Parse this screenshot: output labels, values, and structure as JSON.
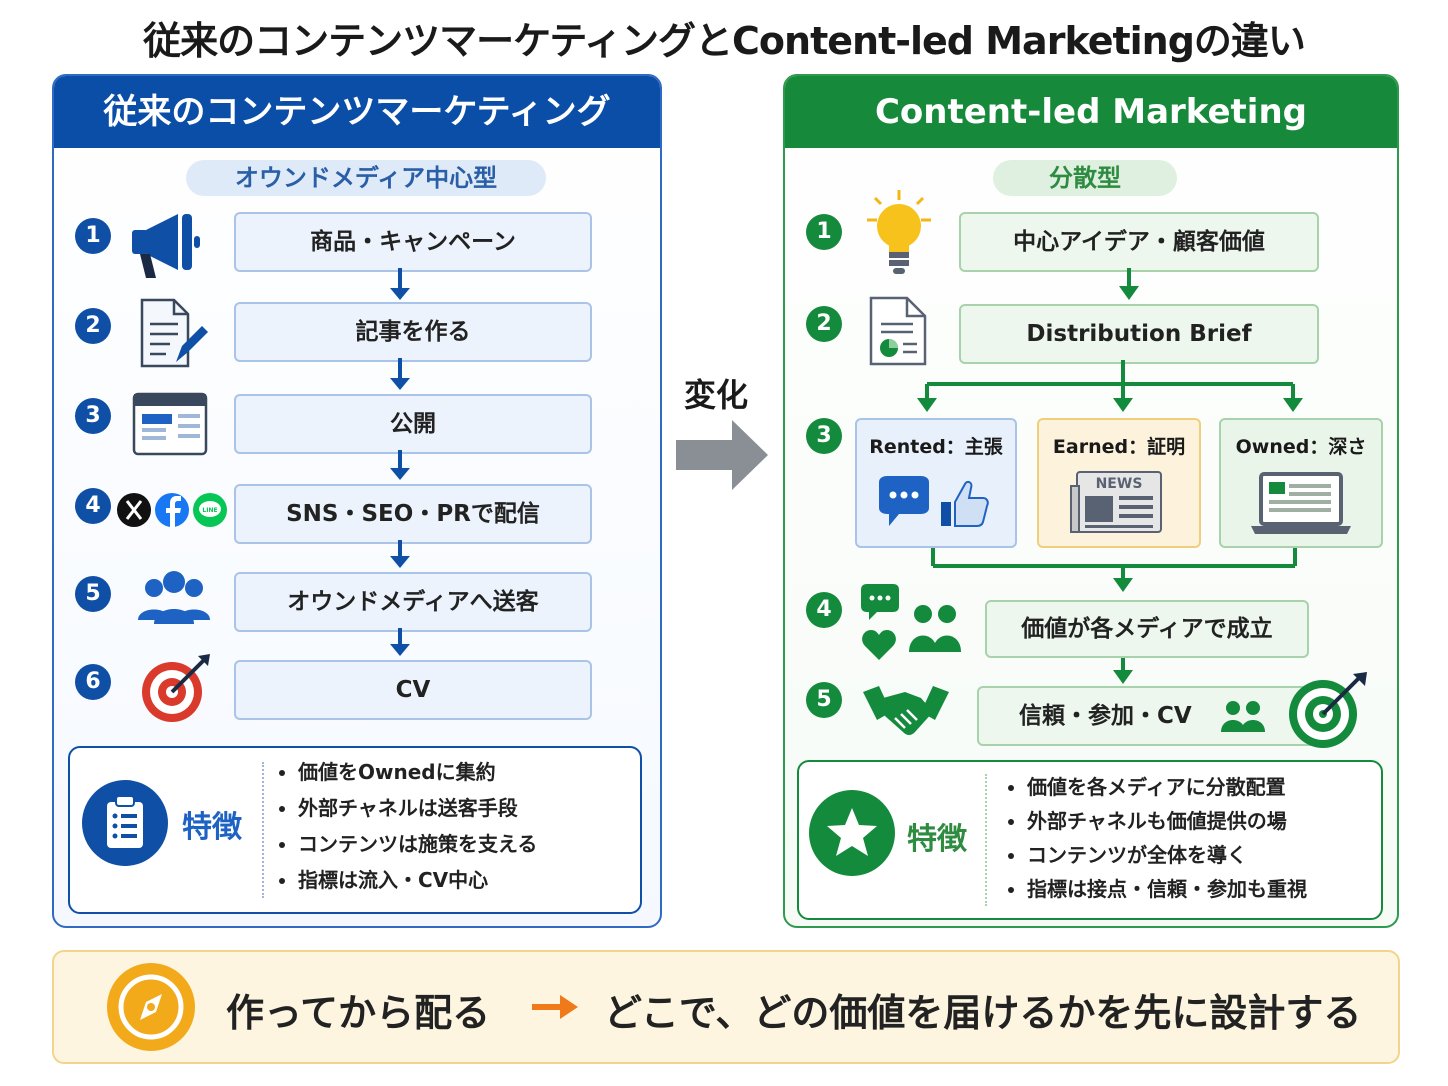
{
  "title": "従来のコンテンツマーケティングとContent-led Marketingの違い",
  "change_label": "変化",
  "left": {
    "header": "従来のコンテンツマーケティング",
    "subtitle": "オウンドメディア中心型",
    "steps": [
      {
        "num": "1",
        "label": "商品・キャンペーン",
        "icon": "megaphone-icon"
      },
      {
        "num": "2",
        "label": "記事を作る",
        "icon": "document-edit-icon"
      },
      {
        "num": "3",
        "label": "公開",
        "icon": "web-page-icon"
      },
      {
        "num": "4",
        "label": "SNS・SEO・PRで配信",
        "icon": "social-icons"
      },
      {
        "num": "5",
        "label": "オウンドメディアへ送客",
        "icon": "people-icon"
      },
      {
        "num": "6",
        "label": "CV",
        "icon": "target-icon"
      }
    ],
    "features": {
      "label": "特徴",
      "items": [
        "価値をOwnedに集約",
        "外部チャネルは送客手段",
        "コンテンツは施策を支える",
        "指標は流入・CV中心"
      ]
    },
    "colors": {
      "accent": "#0b4ea8",
      "box": "#ecf3fc"
    }
  },
  "right": {
    "header": "Content-led Marketing",
    "subtitle": "分散型",
    "steps": [
      {
        "num": "1",
        "label": "中心アイデア・顧客価値",
        "icon": "lightbulb-icon"
      },
      {
        "num": "2",
        "label": "Distribution Brief",
        "icon": "document-chart-icon"
      },
      {
        "num": "3",
        "label": "",
        "icon": ""
      },
      {
        "num": "4",
        "label": "価値が各メディアで成立",
        "icon": "chat-heart-people-icon"
      },
      {
        "num": "5",
        "label": "信頼・参加・CV",
        "icon": "handshake-icon"
      }
    ],
    "cards": [
      {
        "label": "Rented：主張",
        "icon": "chat-like-icon",
        "color": "#e8f0fb"
      },
      {
        "label": "Earned：証明",
        "icon": "news-icon",
        "badge": "NEWS",
        "color": "#fdf3dc"
      },
      {
        "label": "Owned：深さ",
        "icon": "laptop-icon",
        "color": "#eaf5ea"
      }
    ],
    "features": {
      "label": "特徴",
      "items": [
        "価値を各メディアに分散配置",
        "外部チャネルも価値提供の場",
        "コンテンツが全体を導く",
        "指標は接点・信頼・参加も重視"
      ]
    },
    "colors": {
      "accent": "#168a3a",
      "box": "#edf7ee"
    }
  },
  "bottom": {
    "before": "作ってから配る",
    "after": "どこで、どの価値を届けるかを先に設計する",
    "icon": "compass-icon"
  }
}
